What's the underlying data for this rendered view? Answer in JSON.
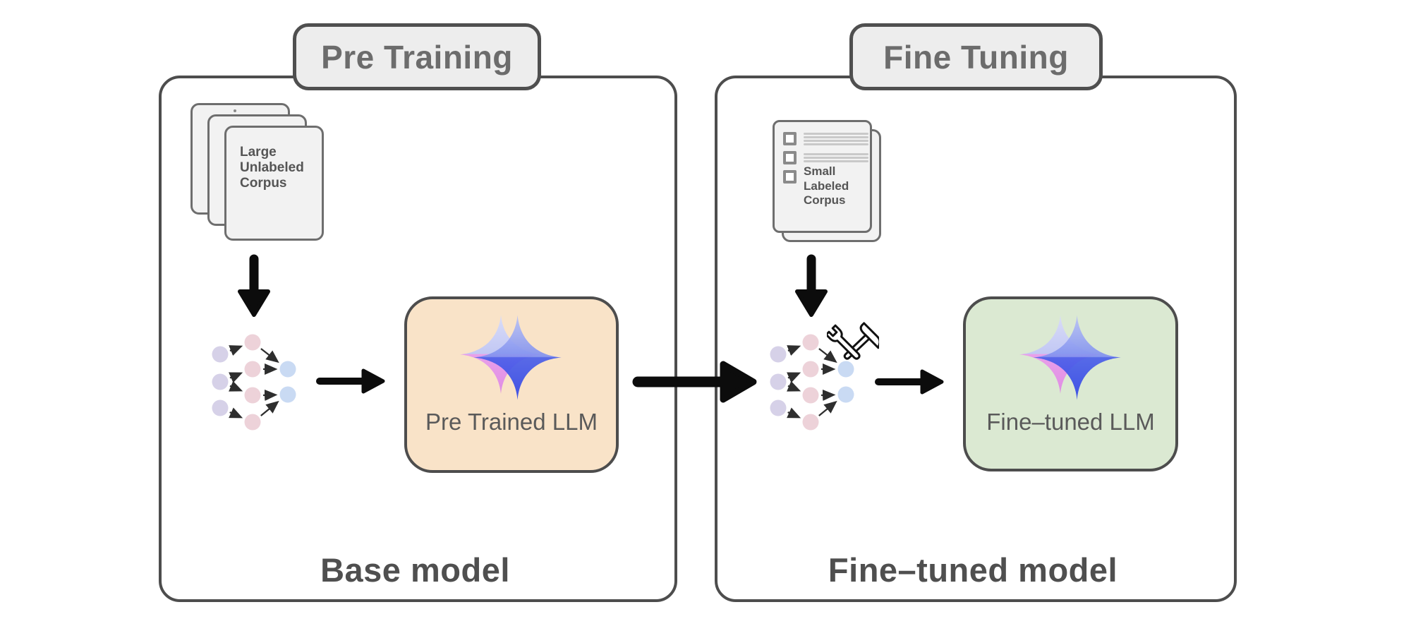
{
  "diagram": {
    "title_context": "LLM pre-training vs fine-tuning flow",
    "panels": [
      {
        "stage_tag": "Pre Training",
        "corpus_label": "Large\nUnlabeled\nCorpus",
        "model_label": "Pre Trained LLM",
        "caption": "Base model",
        "model_box_fill": "#f9e3c8"
      },
      {
        "stage_tag": "Fine Tuning",
        "corpus_label": "Small\nLabeled\nCorpus",
        "model_label": "Fine–tuned LLM",
        "caption": "Fine–tuned model",
        "model_box_fill": "#dbe9d2"
      }
    ],
    "icons": [
      "document-stack-icon",
      "checklist-document-icon",
      "neural-network-icon",
      "wrench-hammer-icon",
      "sparkle-icon",
      "down-arrow",
      "right-arrow",
      "flow-arrow"
    ],
    "colors": {
      "panel_border": "#4d4d4d",
      "stage_tag_fill": "#ededed",
      "stage_tag_text": "#6c6c6c",
      "document_fill": "#f2f2f2",
      "document_border": "#6e6e6e",
      "arrow_black": "#0c0c0c",
      "network_node_input": "#d6d1e8",
      "network_node_hidden": "#edd2d9",
      "network_node_output": "#c9daf3",
      "sparkle_lavender": "#c2c8f4",
      "sparkle_pink": "#e9a0e9",
      "sparkle_periwinkle": "#8191ef",
      "sparkle_blue": "#4b5fe9",
      "pretrained_box_fill": "#f9e3c8",
      "finetuned_box_fill": "#dbe9d2",
      "caption_text": "#4f4f4f"
    }
  }
}
